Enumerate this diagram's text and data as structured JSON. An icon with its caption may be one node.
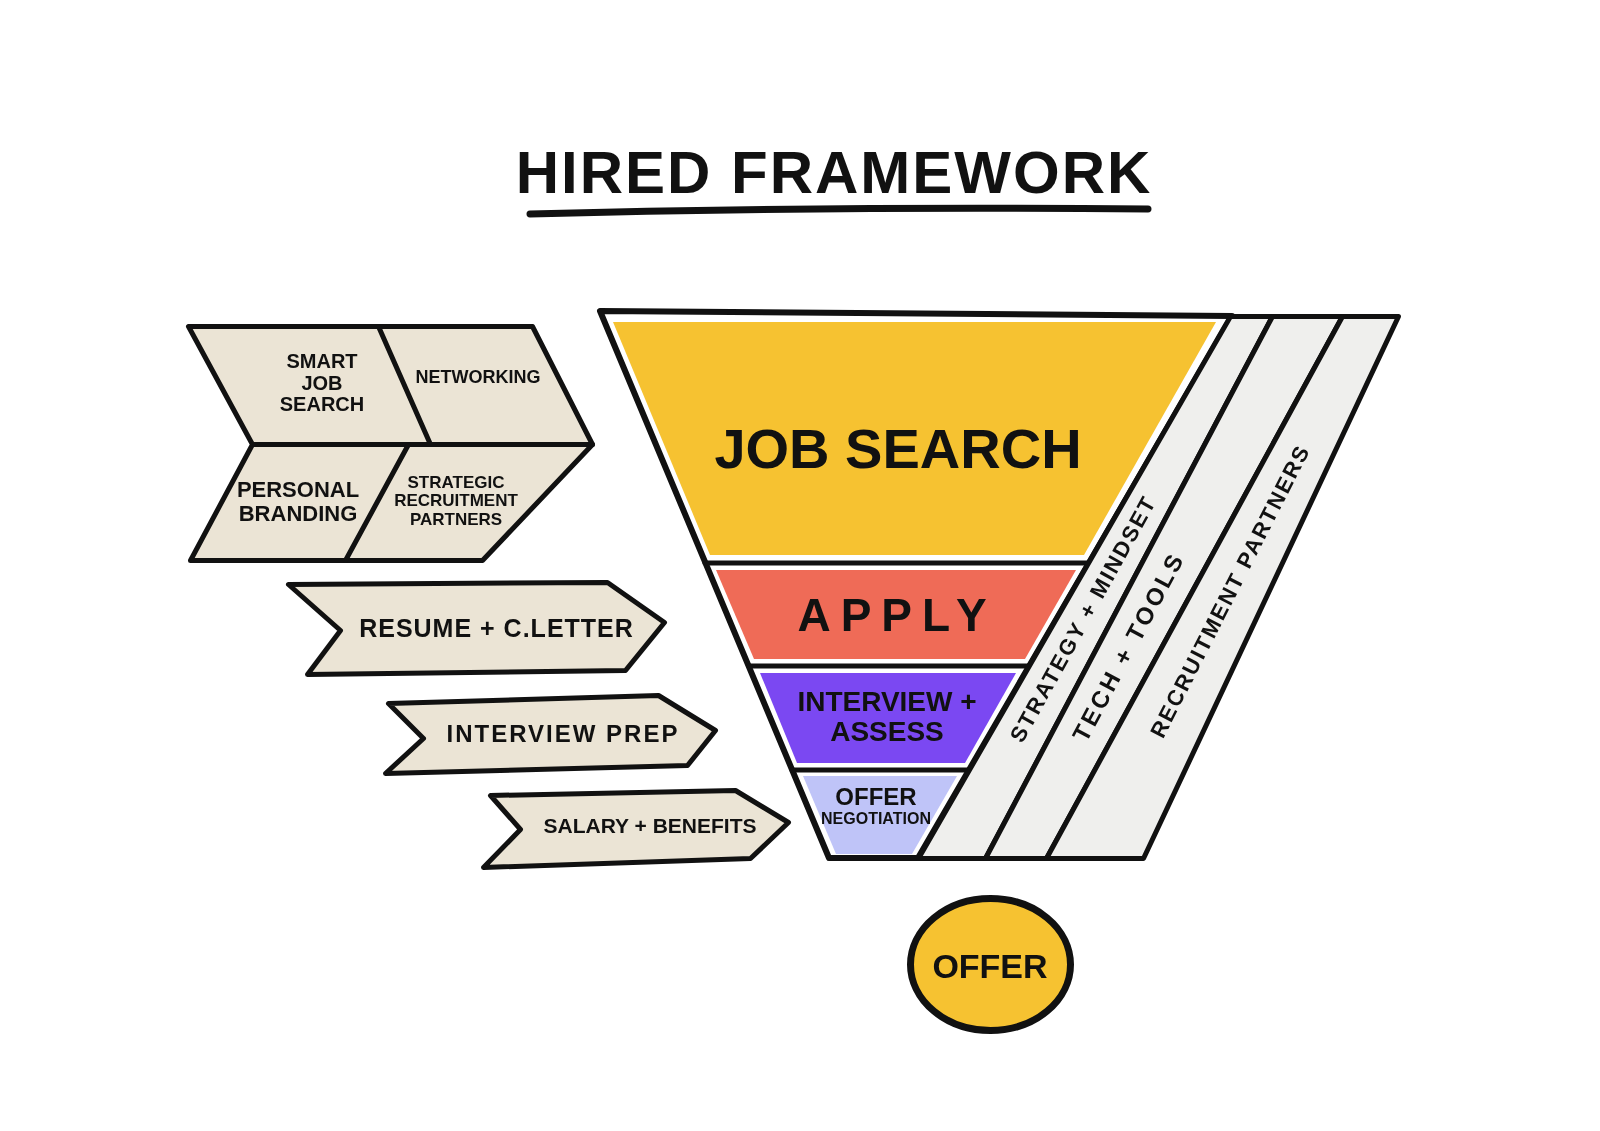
{
  "diagram": {
    "title": "HIRED FRAMEWORK",
    "nodes": [
      {
        "text": [
          "SMART JOB SEARCH",
          "NETWORKING",
          "PERSONAL BRANDING",
          "STRATEGIC RECRUITMENT PARTNERS"
        ]
      },
      {
        "text": [
          "RESUME + C.LETTER"
        ]
      },
      {
        "text": [
          "INTERVIEW PREP"
        ]
      },
      {
        "text": [
          "SALARY + BENEFITS"
        ]
      },
      {
        "text": [
          "JOB SEARCH"
        ]
      },
      {
        "text": [
          "APPLY"
        ]
      },
      {
        "text": [
          "INTERVIEW + ASSESS"
        ]
      },
      {
        "text": [
          "OFFER NEGOTIATION"
        ]
      },
      {
        "text": [
          "STRATEGY + MINDSET"
        ]
      },
      {
        "text": [
          "TECH + TOOLS"
        ]
      },
      {
        "text": [
          "RECRUITMENT PARTNERS"
        ]
      },
      {
        "text": [
          "OFFER"
        ]
      }
    ]
  }
}
